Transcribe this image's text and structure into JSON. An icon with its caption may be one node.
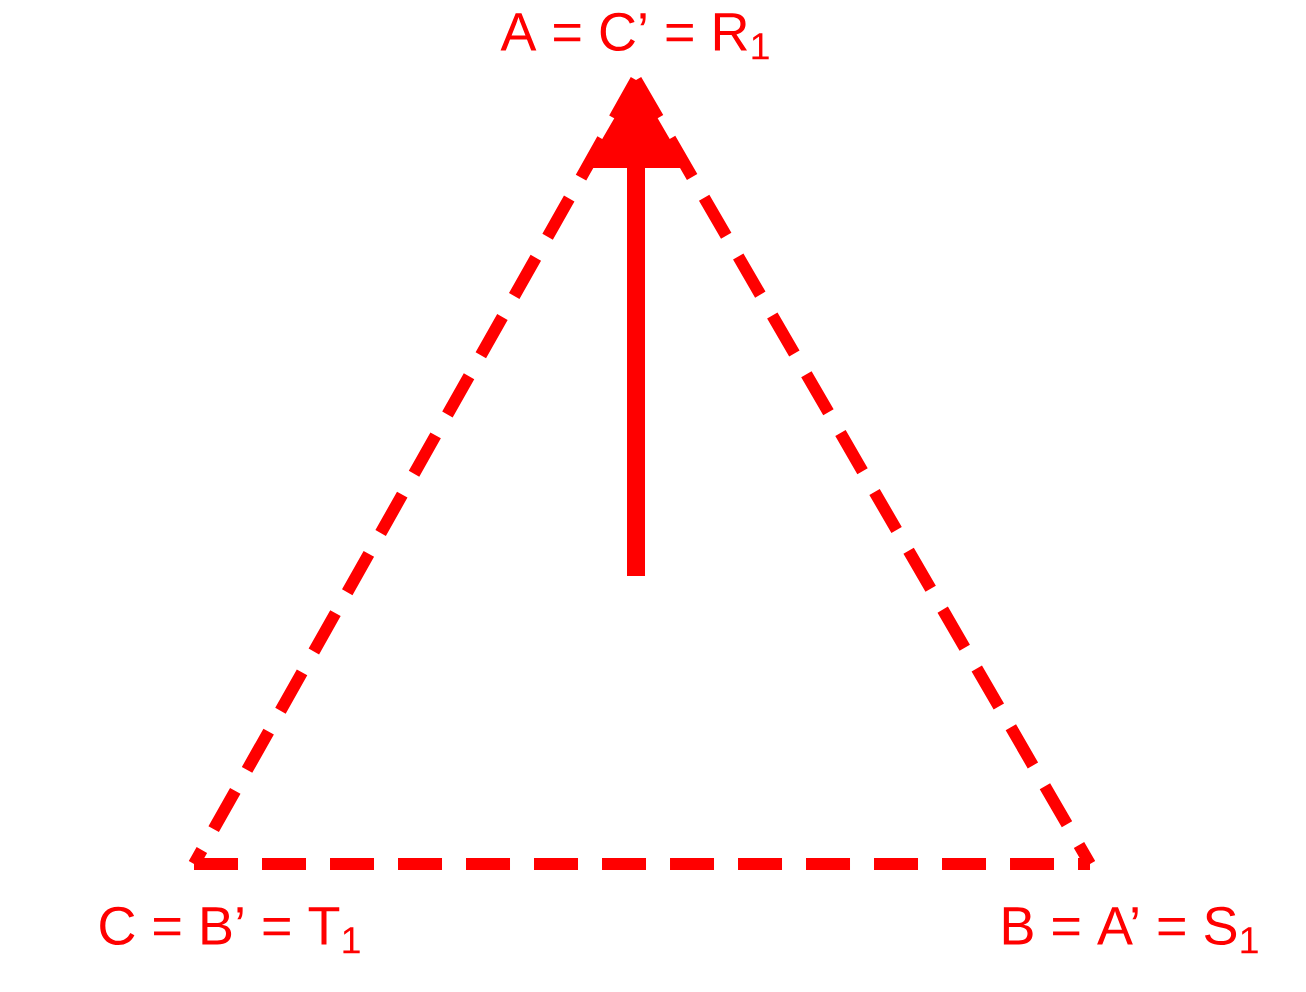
{
  "diagram": {
    "nodes": [
      {
        "text": [
          "A = C’ = R$_{1}$"
        ]
      },
      {
        "text": [
          "C = B’ = T$_{1}$"
        ]
      },
      {
        "text": [
          "B = A’ = S$_{1}$"
        ]
      }
    ],
    "edges": [
      {
        "from": 0,
        "to": 1,
        "arrow": "none",
        "style": "dashed"
      },
      {
        "from": 0,
        "to": 2,
        "arrow": "none",
        "style": "dashed"
      },
      {
        "from": 1,
        "to": 2,
        "arrow": "none",
        "style": "dashed"
      },
      {
        "from": null,
        "to": 0,
        "arrow": "to"
      }
    ]
  }
}
